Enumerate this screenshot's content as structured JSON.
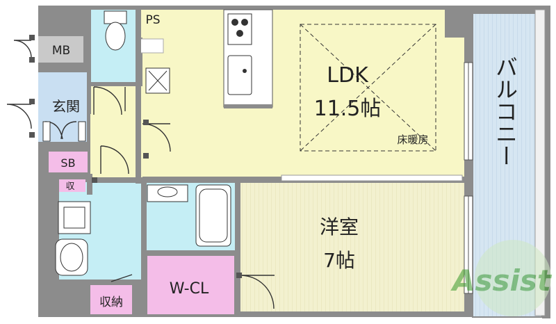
{
  "rooms": {
    "ldk_name": "LDK",
    "ldk_size": "11.5帖",
    "floor_heating": "床暖房",
    "western_name": "洋室",
    "western_size": "7帖",
    "balcony": "バルコニー",
    "entrance": "玄関",
    "wcl": "W-CL",
    "storage": "収納",
    "storage_small": "収",
    "mb": "MB",
    "ps": "PS",
    "sb": "SB"
  },
  "watermark": {
    "text": "Assist"
  },
  "colors": {
    "ldk": "#f8f7c6",
    "western": "#f3f1cf",
    "wet_area": "#c5eef5",
    "balcony": "#cfe2f0",
    "closet": "#f4bde8",
    "entrance_floor": "#c9dff2",
    "wall": "#8c8c8c",
    "utility_box": "#c9c9c9",
    "watermark": "#3a9a2a"
  }
}
